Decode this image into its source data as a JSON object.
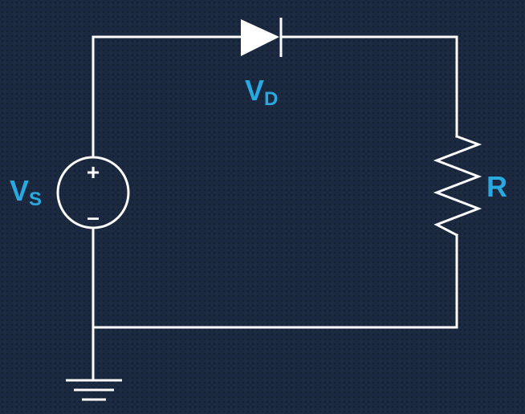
{
  "diagram": {
    "background_color": "#1b2a41",
    "wire_color": "#ffffff",
    "label_color": "#2aa9e0",
    "diode": {
      "label_main": "V",
      "label_sub": "D"
    },
    "source": {
      "label_main": "V",
      "label_sub": "S",
      "plus": "+",
      "minus": "–"
    },
    "resistor": {
      "label": "R"
    },
    "ground": {
      "icon": "ground-icon"
    }
  }
}
